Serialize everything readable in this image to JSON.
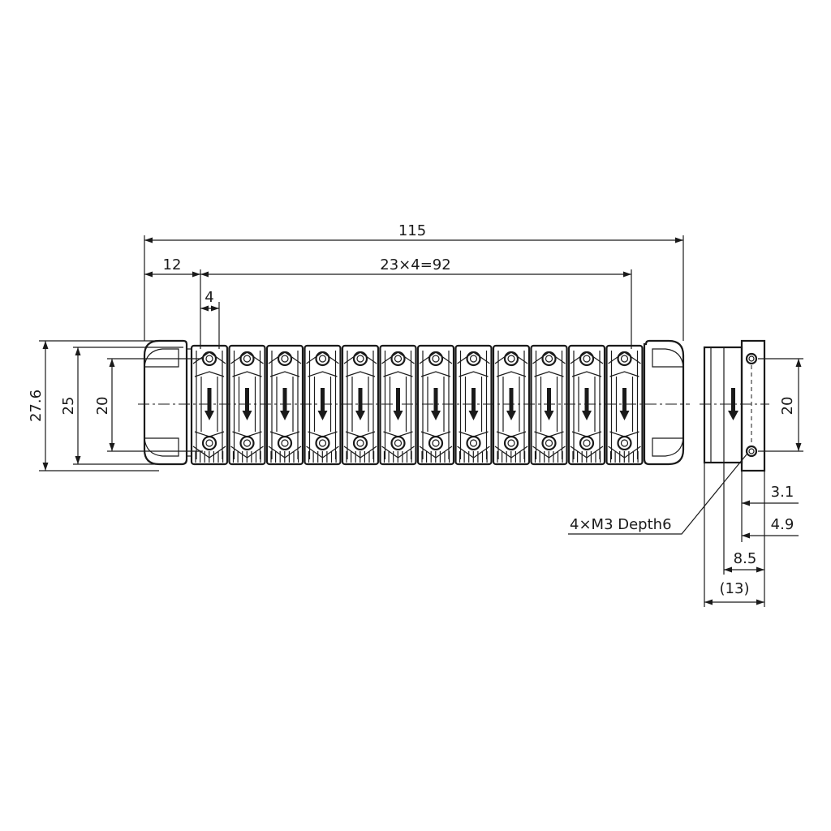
{
  "drawing": {
    "module_count": 12,
    "dimensions": {
      "overall_length": "115",
      "end_offset": "12",
      "pitch_total": "23×4=92",
      "module_pitch": "4",
      "overall_height": "27.6",
      "body_height": "25",
      "hole_spacing_front": "20",
      "hole_spacing_side": "20",
      "side_hole_offset": "3.1",
      "side_body_offset": "4.9",
      "side_depth": "8.5",
      "side_total_ref": "(13)"
    },
    "callouts": {
      "tapped_holes": "4×M3 Depth6"
    }
  }
}
